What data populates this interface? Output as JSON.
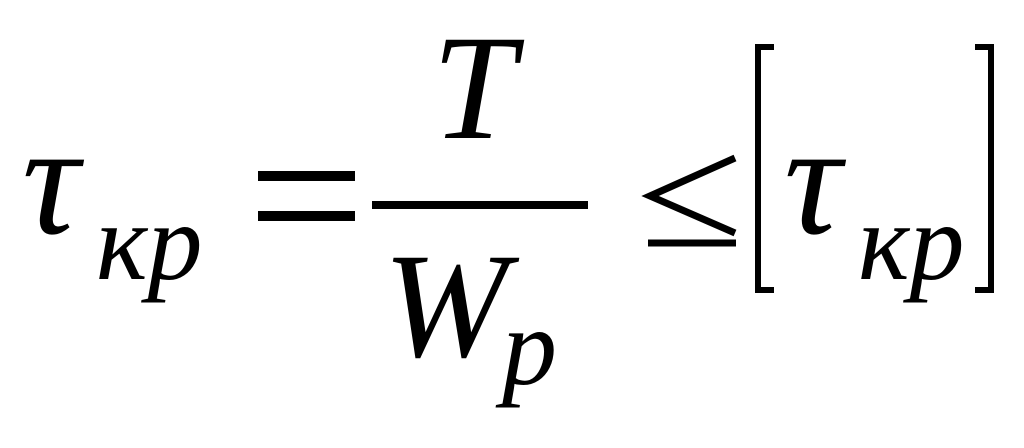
{
  "formula": {
    "lhs_symbol": "τ",
    "lhs_subscript": "кр",
    "equals": "=",
    "numerator": "T",
    "denominator": "W",
    "denominator_subscript": "p",
    "relation": "≤",
    "rhs_symbol": "τ",
    "rhs_subscript": "кр",
    "color": "#000000"
  }
}
